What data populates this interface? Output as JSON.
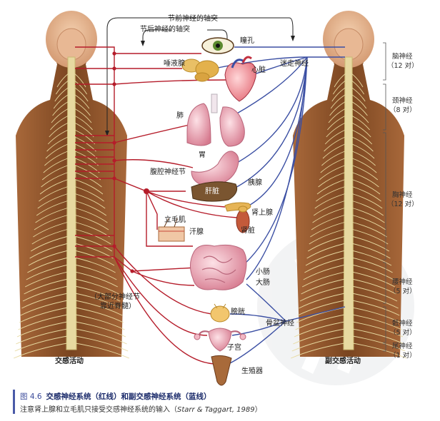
{
  "labels": {
    "preganglionic": "节前神经的轴突",
    "postganglionic": "节后神经的轴突",
    "pupil": "瞳孔",
    "salivary": "唾液腺",
    "heart": "心脏",
    "vagus": "迷走神经",
    "lung": "肺",
    "stomach": "胃",
    "celiac_ganglion": "腹腔神经节",
    "liver": "肝脏",
    "pancreas": "胰腺",
    "adrenal": "肾上腺",
    "kidney": "肾脏",
    "arrector": "立毛肌",
    "sweat": "汗腺",
    "small_intestine": "小肠",
    "large_intestine": "大肠",
    "ganglia_note_1": "（大部分神经节",
    "ganglia_note_2": "靠近脊髓）",
    "bladder": "膀胱",
    "pelvic_nerve": "骨盆神经",
    "uterus": "子宫",
    "genitals": "生殖器",
    "sympathetic": "交感活动",
    "parasympathetic": "副交感活动"
  },
  "spinal_sections": [
    {
      "name": "脑神经",
      "count": "（12 对）"
    },
    {
      "name": "颈神经",
      "count": "（8 对）"
    },
    {
      "name": "胸神经",
      "count": "（12 对）"
    },
    {
      "name": "腰神经",
      "count": "（5 对）"
    },
    {
      "name": "骶神经",
      "count": "（5 对）"
    },
    {
      "name": "尾神经",
      "count": "（1 对）"
    }
  ],
  "caption": {
    "figure": "图 4.6",
    "title": "交感神经系统（红线）和副交感神经系统（蓝线）",
    "note": "注意肾上腺和立毛肌只接受交感神经系统的输入（",
    "citation": "Starr & Taggart, 1989",
    "note_end": "）"
  },
  "colors": {
    "sympathetic": "#b51c2a",
    "parasympathetic": "#3b4fa3",
    "body": "#8a5326",
    "spine": "#e7d9a0"
  }
}
